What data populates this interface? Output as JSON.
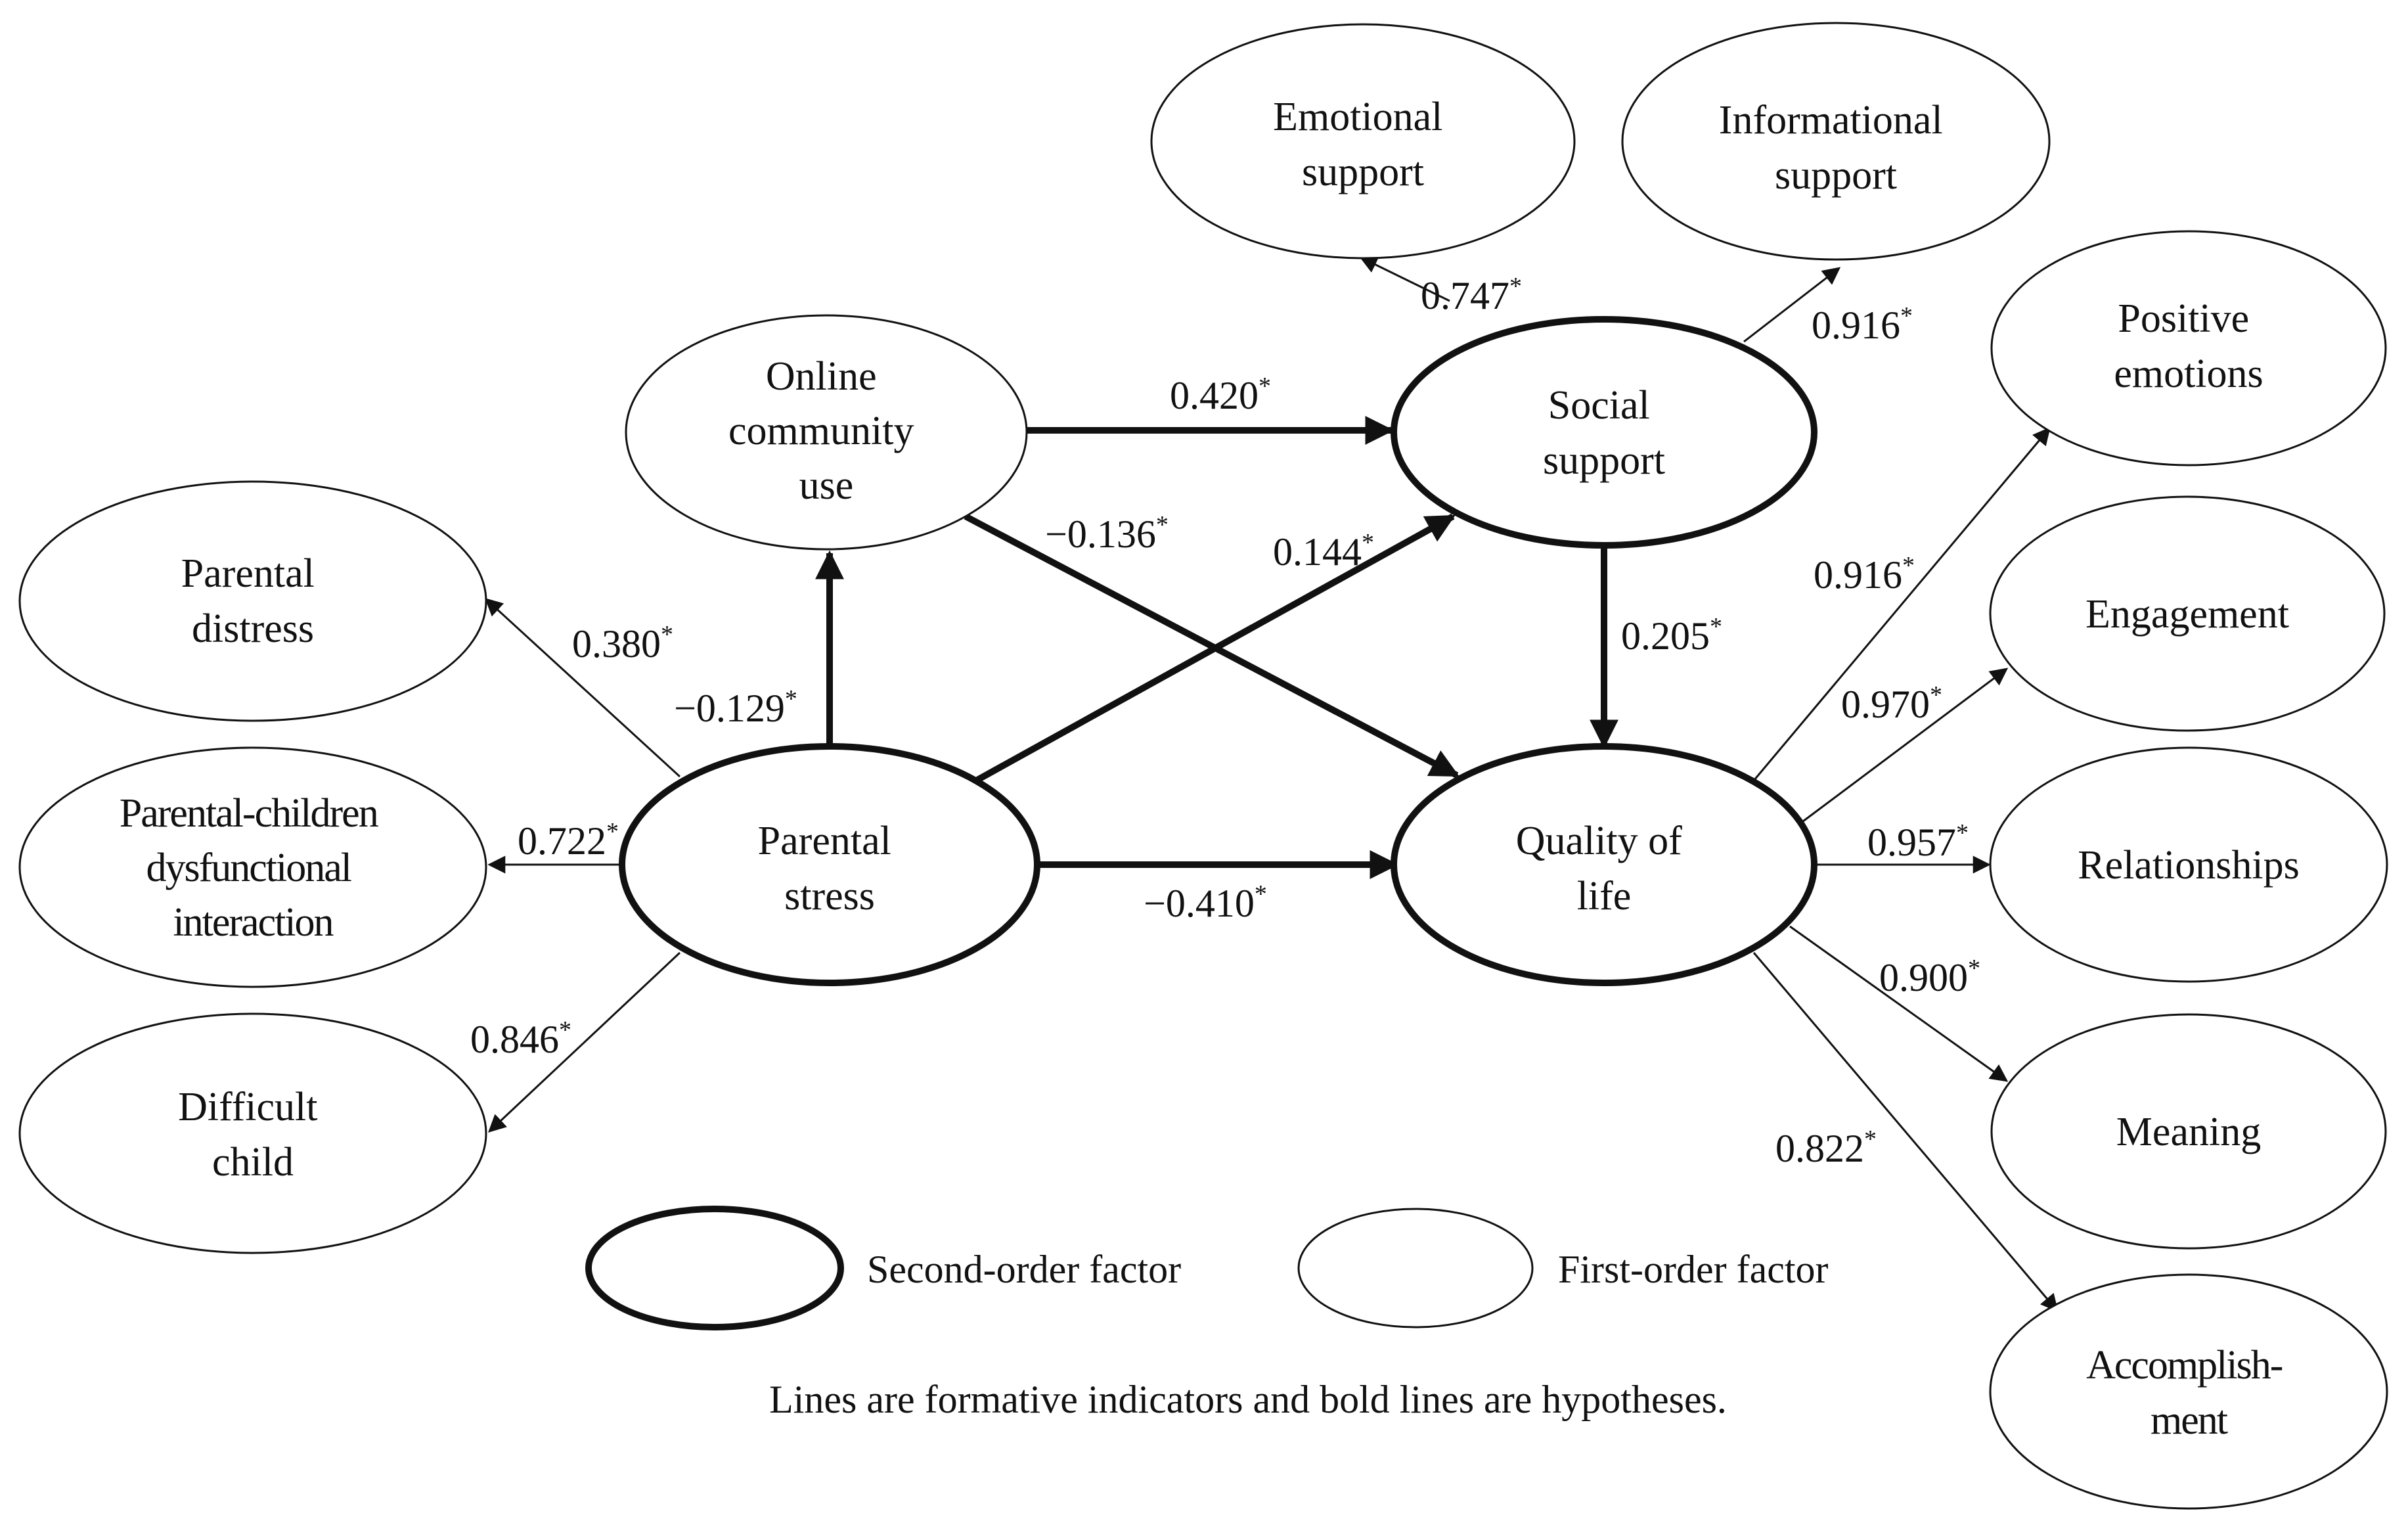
{
  "nodes": {
    "emotional_support": {
      "lines": [
        "Emotional",
        "support"
      ]
    },
    "informational_support": {
      "lines": [
        "Informational",
        "support"
      ]
    },
    "positive_emotions": {
      "lines": [
        "Positive",
        "emotions"
      ]
    },
    "online_community_use": {
      "lines": [
        "Online",
        "community",
        "use"
      ]
    },
    "social_support": {
      "lines": [
        "Social",
        "support"
      ]
    },
    "parental_distress": {
      "lines": [
        "Parental",
        "distress"
      ]
    },
    "engagement": {
      "lines": [
        "Engagement"
      ]
    },
    "parent_child_interaction": {
      "lines": [
        "Parental-children",
        "dysfunctional",
        "interaction"
      ]
    },
    "parental_stress": {
      "lines": [
        "Parental",
        "stress"
      ]
    },
    "quality_of_life": {
      "lines": [
        "Quality of",
        "life"
      ]
    },
    "relationships": {
      "lines": [
        "Relationships"
      ]
    },
    "difficult_child": {
      "lines": [
        "Difficult",
        "child"
      ]
    },
    "meaning": {
      "lines": [
        "Meaning"
      ]
    },
    "accomplishment": {
      "lines": [
        "Accomplish-",
        "ment"
      ]
    }
  },
  "coefficients": {
    "ss_emotional": {
      "value": "0.747",
      "mark": "*"
    },
    "ss_informational": {
      "value": "0.916",
      "mark": "*"
    },
    "ocu_ss": {
      "value": "0.420",
      "mark": "*"
    },
    "ocu_qol": {
      "value": "−0.136",
      "mark": "*"
    },
    "ps_ss": {
      "value": "0.144",
      "mark": "*"
    },
    "ps_distress": {
      "value": "0.380",
      "mark": "*"
    },
    "ps_ocu": {
      "value": "−0.129",
      "mark": "*"
    },
    "ss_qol": {
      "value": "0.205",
      "mark": "*"
    },
    "ps_interaction": {
      "value": "0.722",
      "mark": "*"
    },
    "ps_qol": {
      "value": "−0.410",
      "mark": "*"
    },
    "ps_difficult": {
      "value": "0.846",
      "mark": "*"
    },
    "qol_positive": {
      "value": "0.916",
      "mark": "*"
    },
    "qol_engagement": {
      "value": "0.970",
      "mark": "*"
    },
    "qol_relationships": {
      "value": "0.957",
      "mark": "*"
    },
    "qol_meaning": {
      "value": "0.900",
      "mark": "*"
    },
    "qol_accomplishment": {
      "value": "0.822",
      "mark": "*"
    }
  },
  "legend": {
    "second_order": "Second-order factor",
    "first_order": "First-order factor"
  },
  "caption": "Lines are formative indicators and bold lines are hypotheses.",
  "colors": {
    "stroke": "#111111",
    "text": "#111111",
    "background": "#ffffff"
  }
}
